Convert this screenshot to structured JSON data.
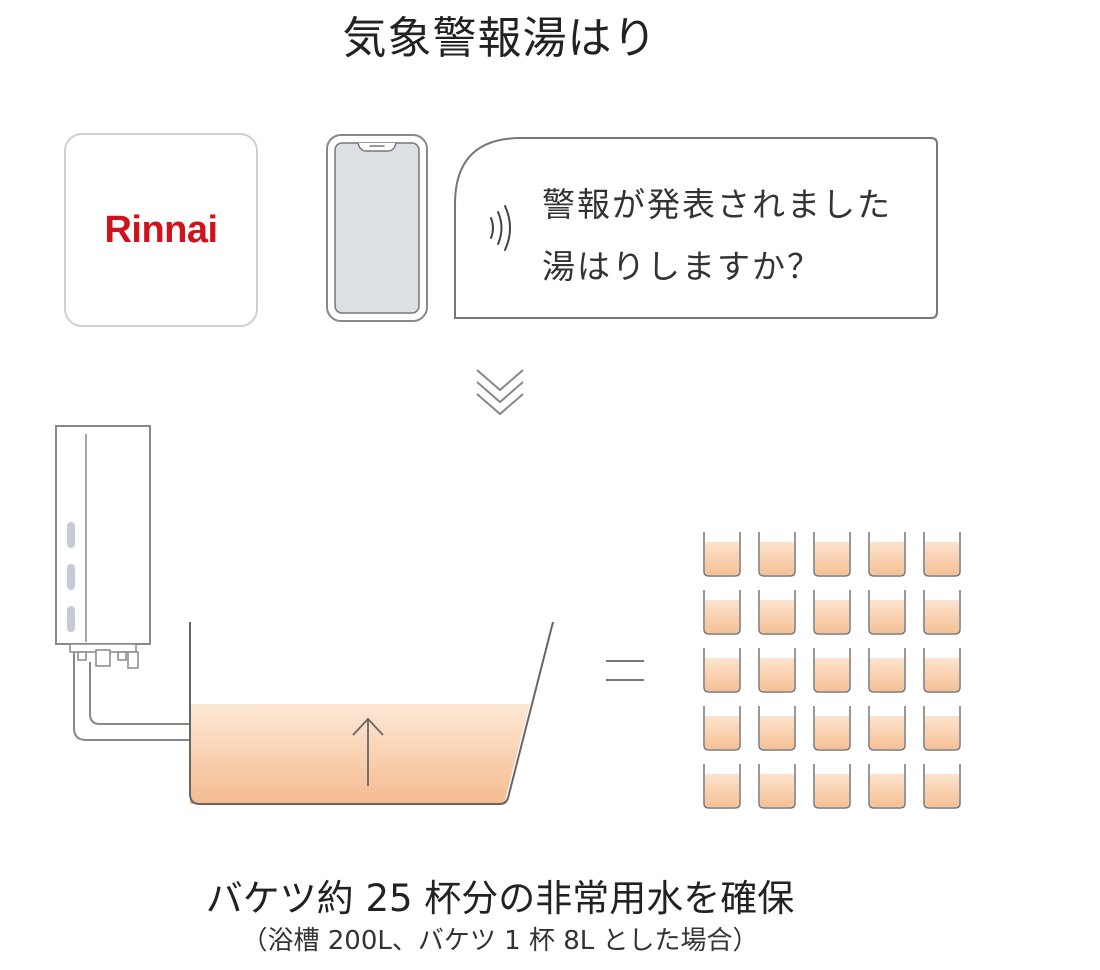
{
  "title": "気象警報湯はり",
  "app_icon": {
    "logo_text": "Rinnai",
    "brand_color": "#d0121b"
  },
  "notification": {
    "line1": "警報が発表されました",
    "line2": "湯はりしますか？"
  },
  "bucket_grid": {
    "rows": 5,
    "cols": 5,
    "fill_color": "#f4b789"
  },
  "caption": {
    "main": "バケツ約 25 杯分の非常用水を確保",
    "note": "（浴槽 200L、バケツ 1 杯 8L とした場合）"
  },
  "icons": [
    "app-icon",
    "smartphone-icon",
    "sound-wave-icon",
    "double-chevron-down-icon",
    "water-heater-icon",
    "bathtub-icon",
    "arrow-up-icon",
    "equals-icon",
    "bucket-icon"
  ]
}
